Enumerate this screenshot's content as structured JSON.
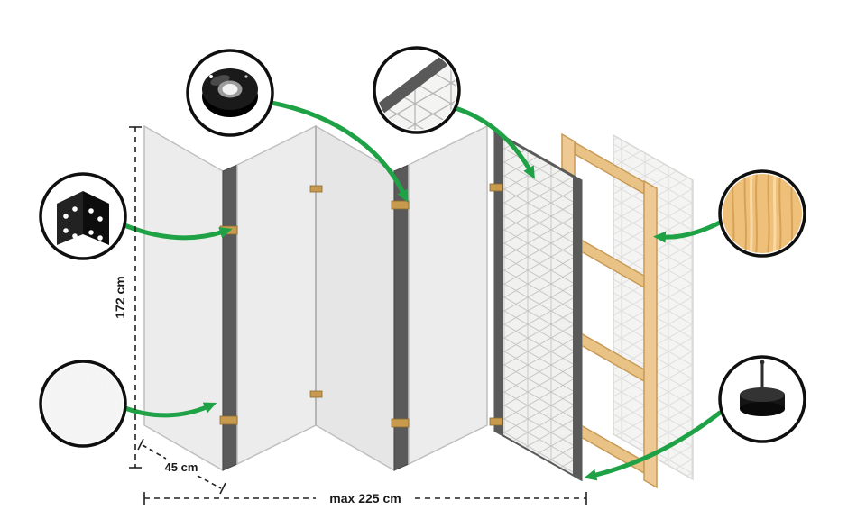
{
  "page": {
    "description": "Exploded assembly diagram of a five-panel folding room divider with zoomed detail callouts"
  },
  "dimensions": {
    "height": "172 cm",
    "panel_width": "45 cm",
    "max_width": "max 225 cm"
  },
  "callouts": {
    "tape": {
      "icon": "tape-roll-icon"
    },
    "surface_pattern": {
      "icon": "pattern-detail-icon"
    },
    "hinge": {
      "icon": "corner-bracket-icon"
    },
    "canvas": {
      "icon": "canvas-texture-icon"
    },
    "wood": {
      "icon": "wood-texture-icon"
    },
    "foot": {
      "icon": "foot-pad-icon"
    }
  },
  "colors": {
    "accent_green": "#1fa246",
    "panel_fill": "#ececec",
    "panel_edge_dark": "#5a5a5a",
    "wood_fill": "#e9c286",
    "hinge_brass": "#c89a4e"
  }
}
